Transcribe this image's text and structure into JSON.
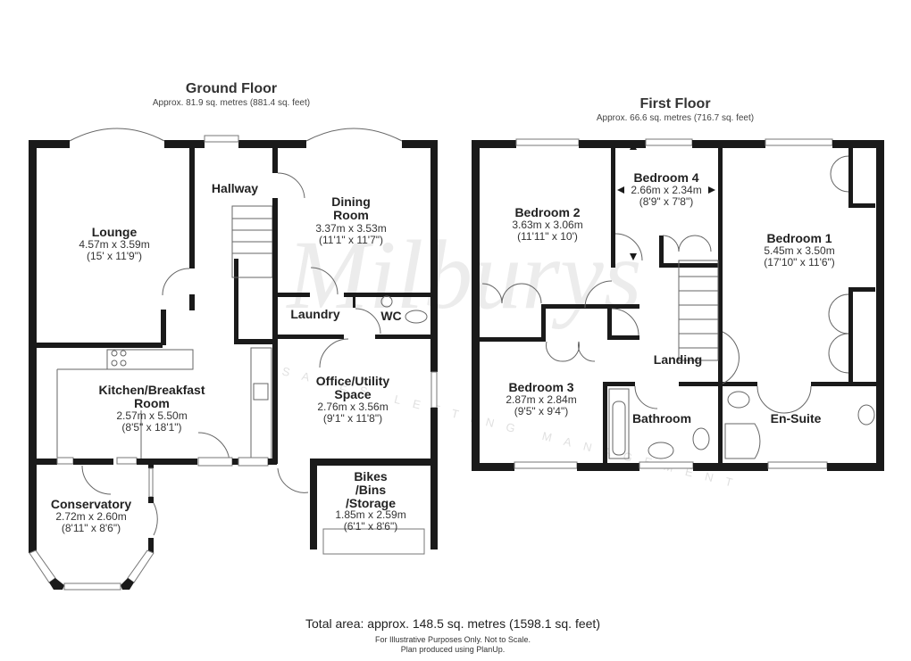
{
  "ground_floor": {
    "title": "Ground Floor",
    "area": "Approx. 81.9 sq. metres (881.4 sq. feet)",
    "rooms": [
      {
        "name": "Lounge",
        "metric": "4.57m x 3.59m",
        "imperial": "(15' x 11'9\")"
      },
      {
        "name": "Hallway"
      },
      {
        "name": "Dining",
        "name2": "Room",
        "metric": "3.37m x 3.53m",
        "imperial": "(11'1\" x 11'7\")"
      },
      {
        "name": "Laundry"
      },
      {
        "name": "WC"
      },
      {
        "name": "Kitchen/Breakfast",
        "name2": "Room",
        "metric": "2.57m x 5.50m",
        "imperial": "(8'5\" x 18'1\")"
      },
      {
        "name": "Office/Utility",
        "name2": "Space",
        "metric": "2.76m x 3.56m",
        "imperial": "(9'1\" x 11'8\")"
      },
      {
        "name": "Conservatory",
        "metric": "2.72m x 2.60m",
        "imperial": "(8'11\" x 8'6\")"
      },
      {
        "name": "Bikes",
        "name2": "/Bins",
        "name3": "/Storage",
        "metric": "1.85m x 2.59m",
        "imperial": "(6'1\" x 8'6\")"
      }
    ]
  },
  "first_floor": {
    "title": "First Floor",
    "area": "Approx. 66.6 sq. metres (716.7 sq. feet)",
    "rooms": [
      {
        "name": "Bedroom 2",
        "metric": "3.63m x 3.06m",
        "imperial": "(11'11\" x 10')"
      },
      {
        "name": "Bedroom 4",
        "metric": "2.66m x 2.34m",
        "imperial": "(8'9\" x 7'8\")"
      },
      {
        "name": "Bedroom 1",
        "metric": "5.45m x 3.50m",
        "imperial": "(17'10\" x 11'6\")"
      },
      {
        "name": "Landing"
      },
      {
        "name": "Bedroom 3",
        "metric": "2.87m x 2.84m",
        "imperial": "(9'5\" x 9'4\")"
      },
      {
        "name": "Bathroom"
      },
      {
        "name": "En-Suite"
      }
    ]
  },
  "footer": {
    "total": "Total area: approx. 148.5 sq. metres (1598.1 sq. feet)",
    "note1": "For Illustrative Purposes Only. Not to Scale.",
    "note2": "Plan produced using PlanUp."
  },
  "watermark": {
    "logo": "Milburys",
    "tagline": "SALES LETTING MANAGEMENT"
  },
  "colors": {
    "wall": "#1a1a1a",
    "text": "#222222",
    "background": "#ffffff"
  }
}
